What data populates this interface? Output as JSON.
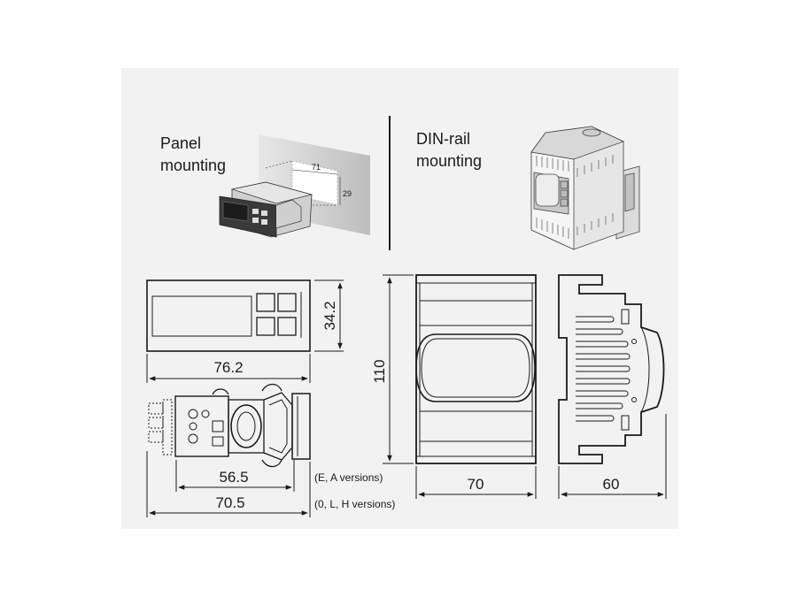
{
  "panel_mounting": {
    "line1": "Panel",
    "line2": "mounting",
    "cutout_width": "71",
    "cutout_height": "29"
  },
  "din_rail_mounting": {
    "line1": "DIN-rail",
    "line2": "mounting"
  },
  "dimensions": {
    "panel_front_width": "76.2",
    "panel_front_height": "34.2",
    "depth_ea": "56.5",
    "depth_olh": "70.5",
    "din_height": "110",
    "din_width": "70",
    "din_depth": "60"
  },
  "notes": {
    "ea_versions": "(E, A versions)",
    "olh_versions": "(0, L, H versions)"
  }
}
